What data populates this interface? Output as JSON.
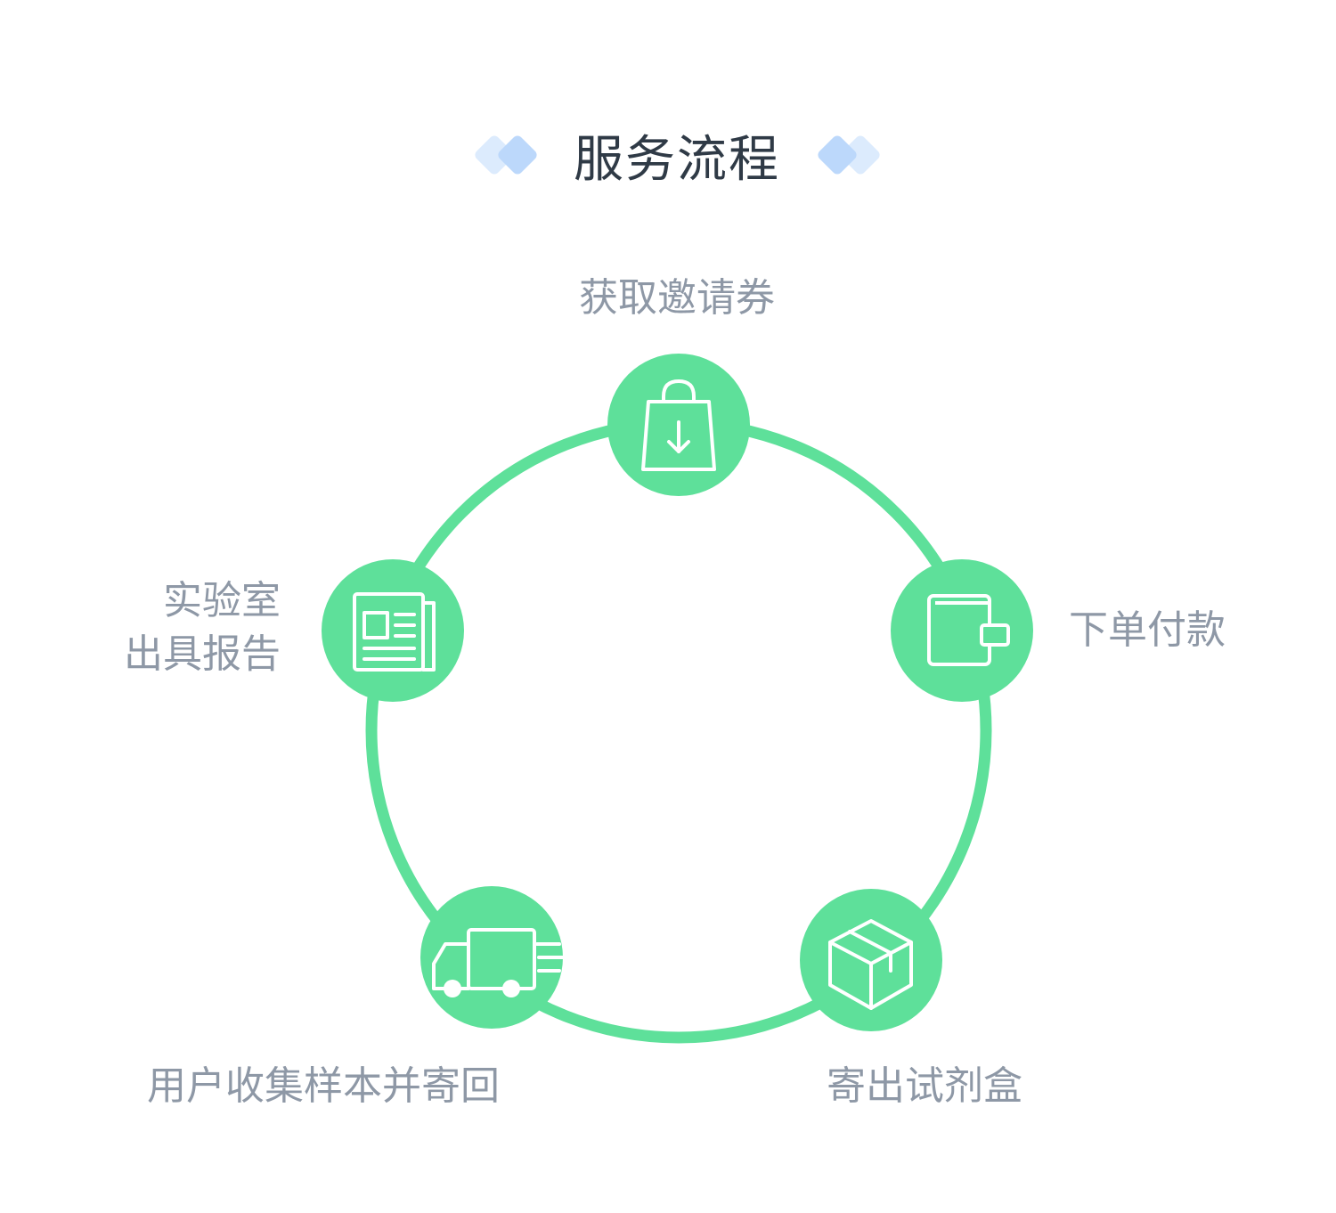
{
  "header": {
    "title": "服务流程"
  },
  "colors": {
    "accent": "#5ee09a",
    "title": "#2f3a46",
    "label": "#8e98a6",
    "deco_light": "#dcebfd",
    "deco_dark": "#bcd8fb"
  },
  "steps": [
    {
      "label": "获取邀请券",
      "icon": "shopping-bag-download-icon"
    },
    {
      "label": "下单付款",
      "icon": "wallet-icon"
    },
    {
      "label": "寄出试剂盒",
      "icon": "package-box-icon"
    },
    {
      "label": "用户收集样本并寄回",
      "icon": "delivery-truck-icon"
    },
    {
      "label_line1": "实验室",
      "label_line2": "出具报告",
      "icon": "report-document-icon"
    }
  ]
}
